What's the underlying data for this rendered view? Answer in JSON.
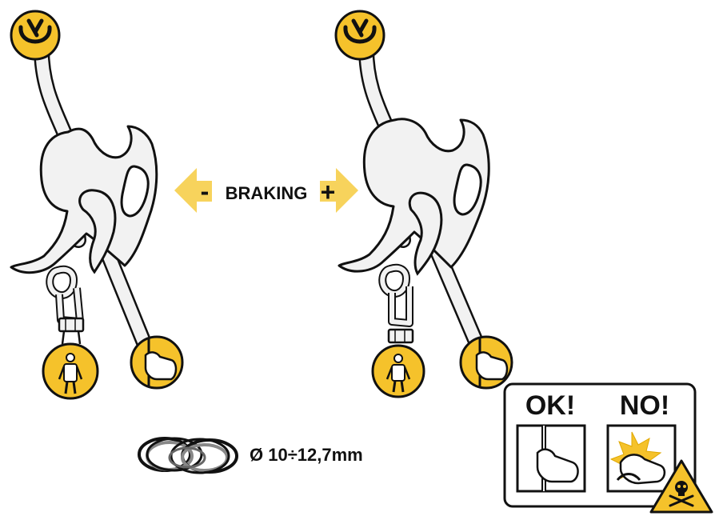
{
  "braking": {
    "minus": "-",
    "label": "BRAKING",
    "plus": "+"
  },
  "rope": {
    "diameter": "Ø 10÷12,7mm"
  },
  "panel": {
    "ok": "OK!",
    "no": "NO!"
  },
  "colors": {
    "accent": "#f5c22b",
    "arrow": "#f7d35c",
    "stroke": "#111111",
    "device": "#f2f2f2"
  },
  "icons": {
    "anchor": "anchor-symbol-icon",
    "climber": "climber-harness-icon",
    "hand": "hand-grip-icon",
    "rope": "rope-coil-icon",
    "danger": "skull-danger-icon"
  }
}
